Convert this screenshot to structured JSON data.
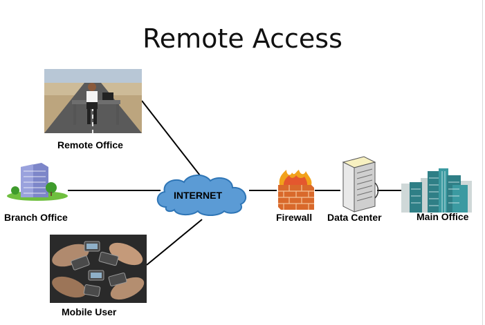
{
  "title": "Remote Access",
  "nodes": {
    "remote_office": {
      "label": "Remote Office",
      "icon": "desk-on-road-photo"
    },
    "branch_office": {
      "label": "Branch Office",
      "icon": "office-building-icon"
    },
    "mobile_user": {
      "label": "Mobile User",
      "icon": "hands-with-phones-photo"
    },
    "internet": {
      "label": "INTERNET",
      "icon": "cloud-icon"
    },
    "firewall": {
      "label": "Firewall",
      "icon": "firewall-icon"
    },
    "data_center": {
      "label": "Data Center",
      "icon": "server-rack-icon"
    },
    "main_office": {
      "label": "Main Office",
      "icon": "skyscrapers-icon"
    }
  },
  "colors": {
    "cloud_fill": "#5b9bd5",
    "cloud_stroke": "#2e75b6",
    "firewall_brick": "#d9692b",
    "flame": "#f2a21c",
    "building_teal": "#2f7f86",
    "line": "#000000"
  }
}
